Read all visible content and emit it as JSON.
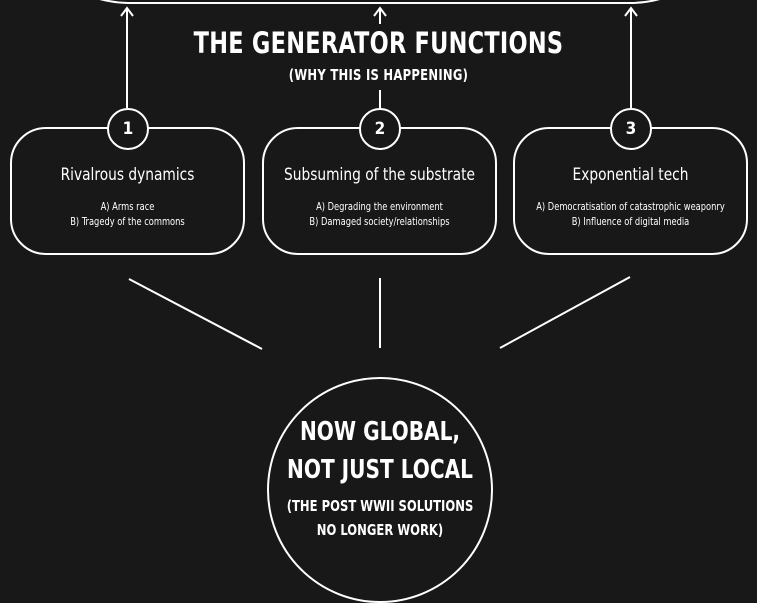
{
  "header": {
    "title": "THE GENERATOR FUNCTIONS",
    "subtitle": "(WHY THIS IS HAPPENING)"
  },
  "boxes": [
    {
      "number": "1",
      "title": "Rivalrous dynamics",
      "items": [
        "A) Arms race",
        "B) Tragedy of the commons"
      ]
    },
    {
      "number": "2",
      "title": "Subsuming of the substrate",
      "items": [
        "A) Degrading the environment",
        "B) Damaged society/relationships"
      ]
    },
    {
      "number": "3",
      "title": "Exponential tech",
      "items": [
        "A) Democratisation of catastrophic weaponry",
        "B) Influence of digital media"
      ]
    }
  ],
  "center": {
    "line1": "NOW GLOBAL,",
    "line2": "NOT JUST LOCAL",
    "line3": "(THE POST WWII SOLUTIONS",
    "line4": "NO LONGER WORK)"
  },
  "colors": {
    "background": "#181818",
    "foreground": "#ffffff"
  }
}
